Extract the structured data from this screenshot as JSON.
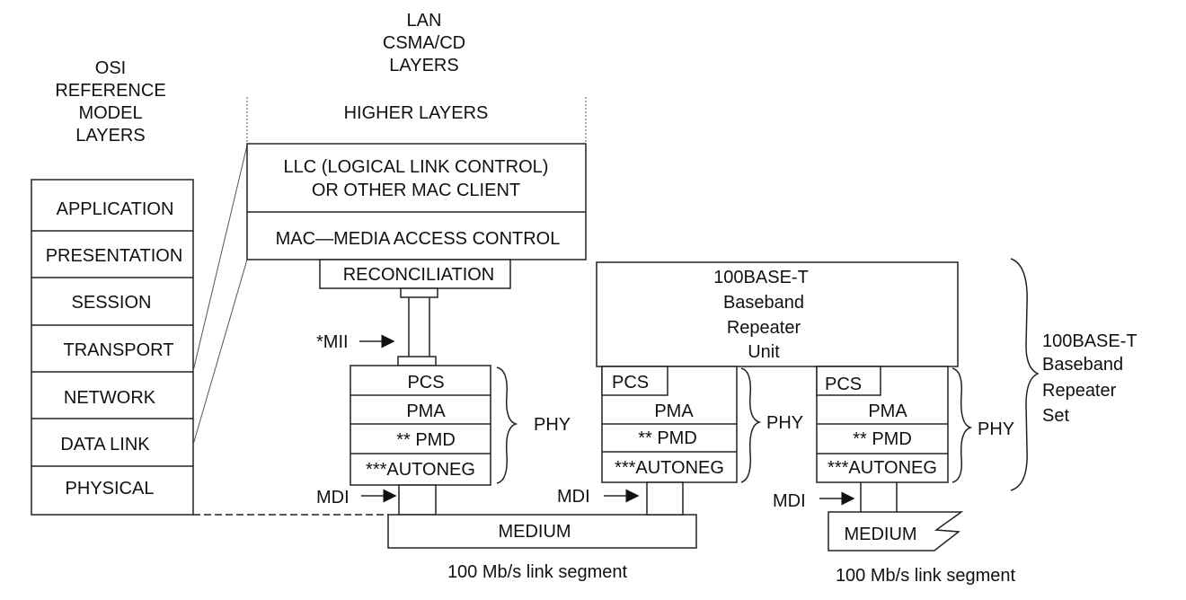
{
  "osi": {
    "heading": [
      "OSI",
      "REFERENCE",
      "MODEL",
      "LAYERS"
    ],
    "layers": [
      "APPLICATION",
      "PRESENTATION",
      "SESSION",
      "TRANSPORT",
      "NETWORK",
      "DATA LINK",
      "PHYSICAL"
    ]
  },
  "lan": {
    "heading": [
      "LAN",
      "CSMA/CD",
      "LAYERS"
    ],
    "higher_layers": "HIGHER LAYERS",
    "llc": [
      "LLC (LOGICAL LINK CONTROL)",
      "OR OTHER MAC CLIENT"
    ],
    "mac": "MAC—MEDIA ACCESS CONTROL",
    "reconciliation": "RECONCILIATION",
    "mii": "*MII",
    "phy_layers": [
      "PCS",
      "PMA",
      "** PMD",
      "***AUTONEG"
    ],
    "phy": "PHY",
    "mdi": "MDI",
    "medium": "MEDIUM",
    "segment": "100 Mb/s link segment"
  },
  "repeater": {
    "unit": [
      "100BASE-T",
      "Baseband",
      "Repeater",
      "Unit"
    ],
    "phy_layers": [
      "PCS",
      "PMA",
      "** PMD",
      "***AUTONEG"
    ],
    "phy": "PHY",
    "mdi": "MDI",
    "medium": "MEDIUM",
    "segment": "100 Mb/s link segment",
    "set": [
      "100BASE-T",
      "Baseband",
      "Repeater",
      "Set"
    ]
  }
}
